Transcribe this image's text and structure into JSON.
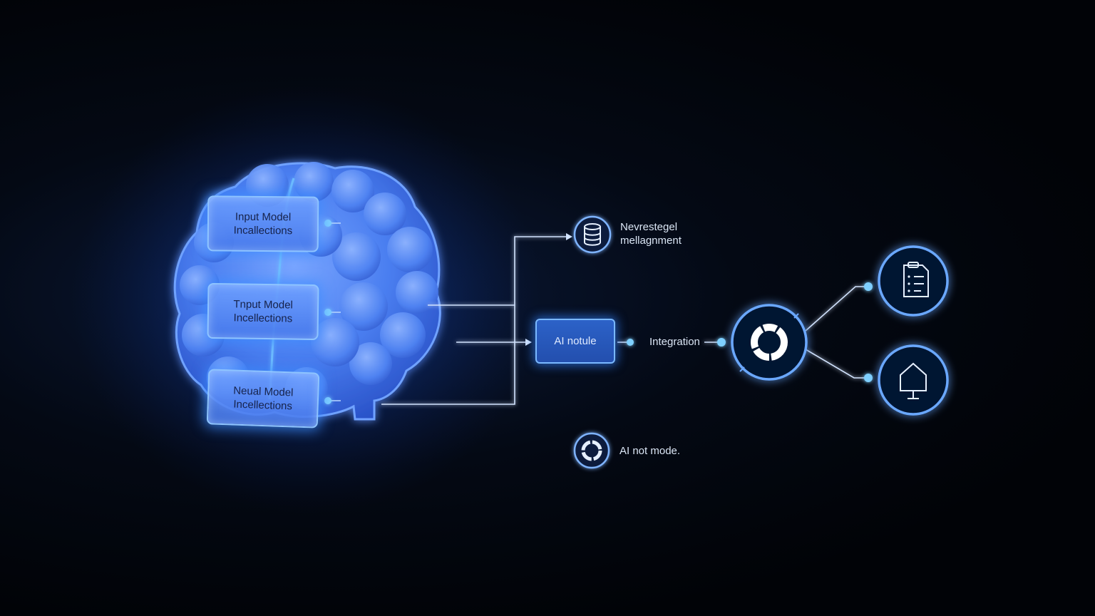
{
  "brain_labels": [
    {
      "line1": "Input Model",
      "line2": "Incallections"
    },
    {
      "line1": "Tnput Model",
      "line2": "Incellections"
    },
    {
      "line1": "Neual Model",
      "line2": "Incellections"
    }
  ],
  "module_label": "AI notule",
  "integration_label": "Integration",
  "top_node": {
    "line1": "Nevrestegel",
    "line2": "mellagnment",
    "icon": "database-icon"
  },
  "bottom_node": {
    "label": "AI not mode.",
    "icon": "donut-icon"
  },
  "hub_icon": "donut-ring-icon",
  "output_icons": [
    "clipboard-list-icon",
    "house-monitor-icon"
  ],
  "colors": {
    "background": "#02050b",
    "brain": "#4a7ef0",
    "glow": "#2f7dff",
    "line": "#cfe2ff",
    "node_dot": "#7fd0ff",
    "icon_ring": "#7fb4ff"
  }
}
